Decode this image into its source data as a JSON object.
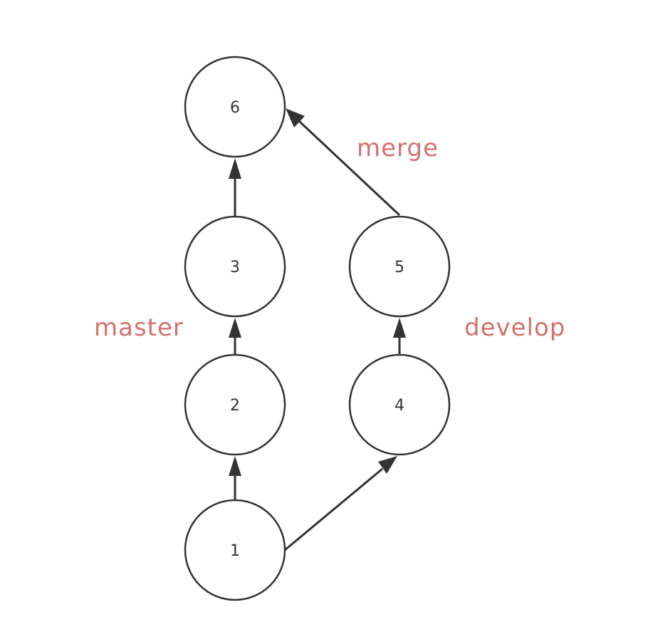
{
  "diagram": {
    "nodes": [
      {
        "id": "1",
        "label": "1"
      },
      {
        "id": "2",
        "label": "2"
      },
      {
        "id": "3",
        "label": "3"
      },
      {
        "id": "4",
        "label": "4"
      },
      {
        "id": "5",
        "label": "5"
      },
      {
        "id": "6",
        "label": "6"
      }
    ],
    "edges": [
      {
        "from": "1",
        "to": "2"
      },
      {
        "from": "2",
        "to": "3"
      },
      {
        "from": "3",
        "to": "6"
      },
      {
        "from": "1",
        "to": "4"
      },
      {
        "from": "4",
        "to": "5"
      },
      {
        "from": "5",
        "to": "6"
      }
    ],
    "labels": {
      "master": "master",
      "develop": "develop",
      "merge": "merge"
    },
    "colors": {
      "label": "#d4706e",
      "stroke": "#333333"
    }
  }
}
